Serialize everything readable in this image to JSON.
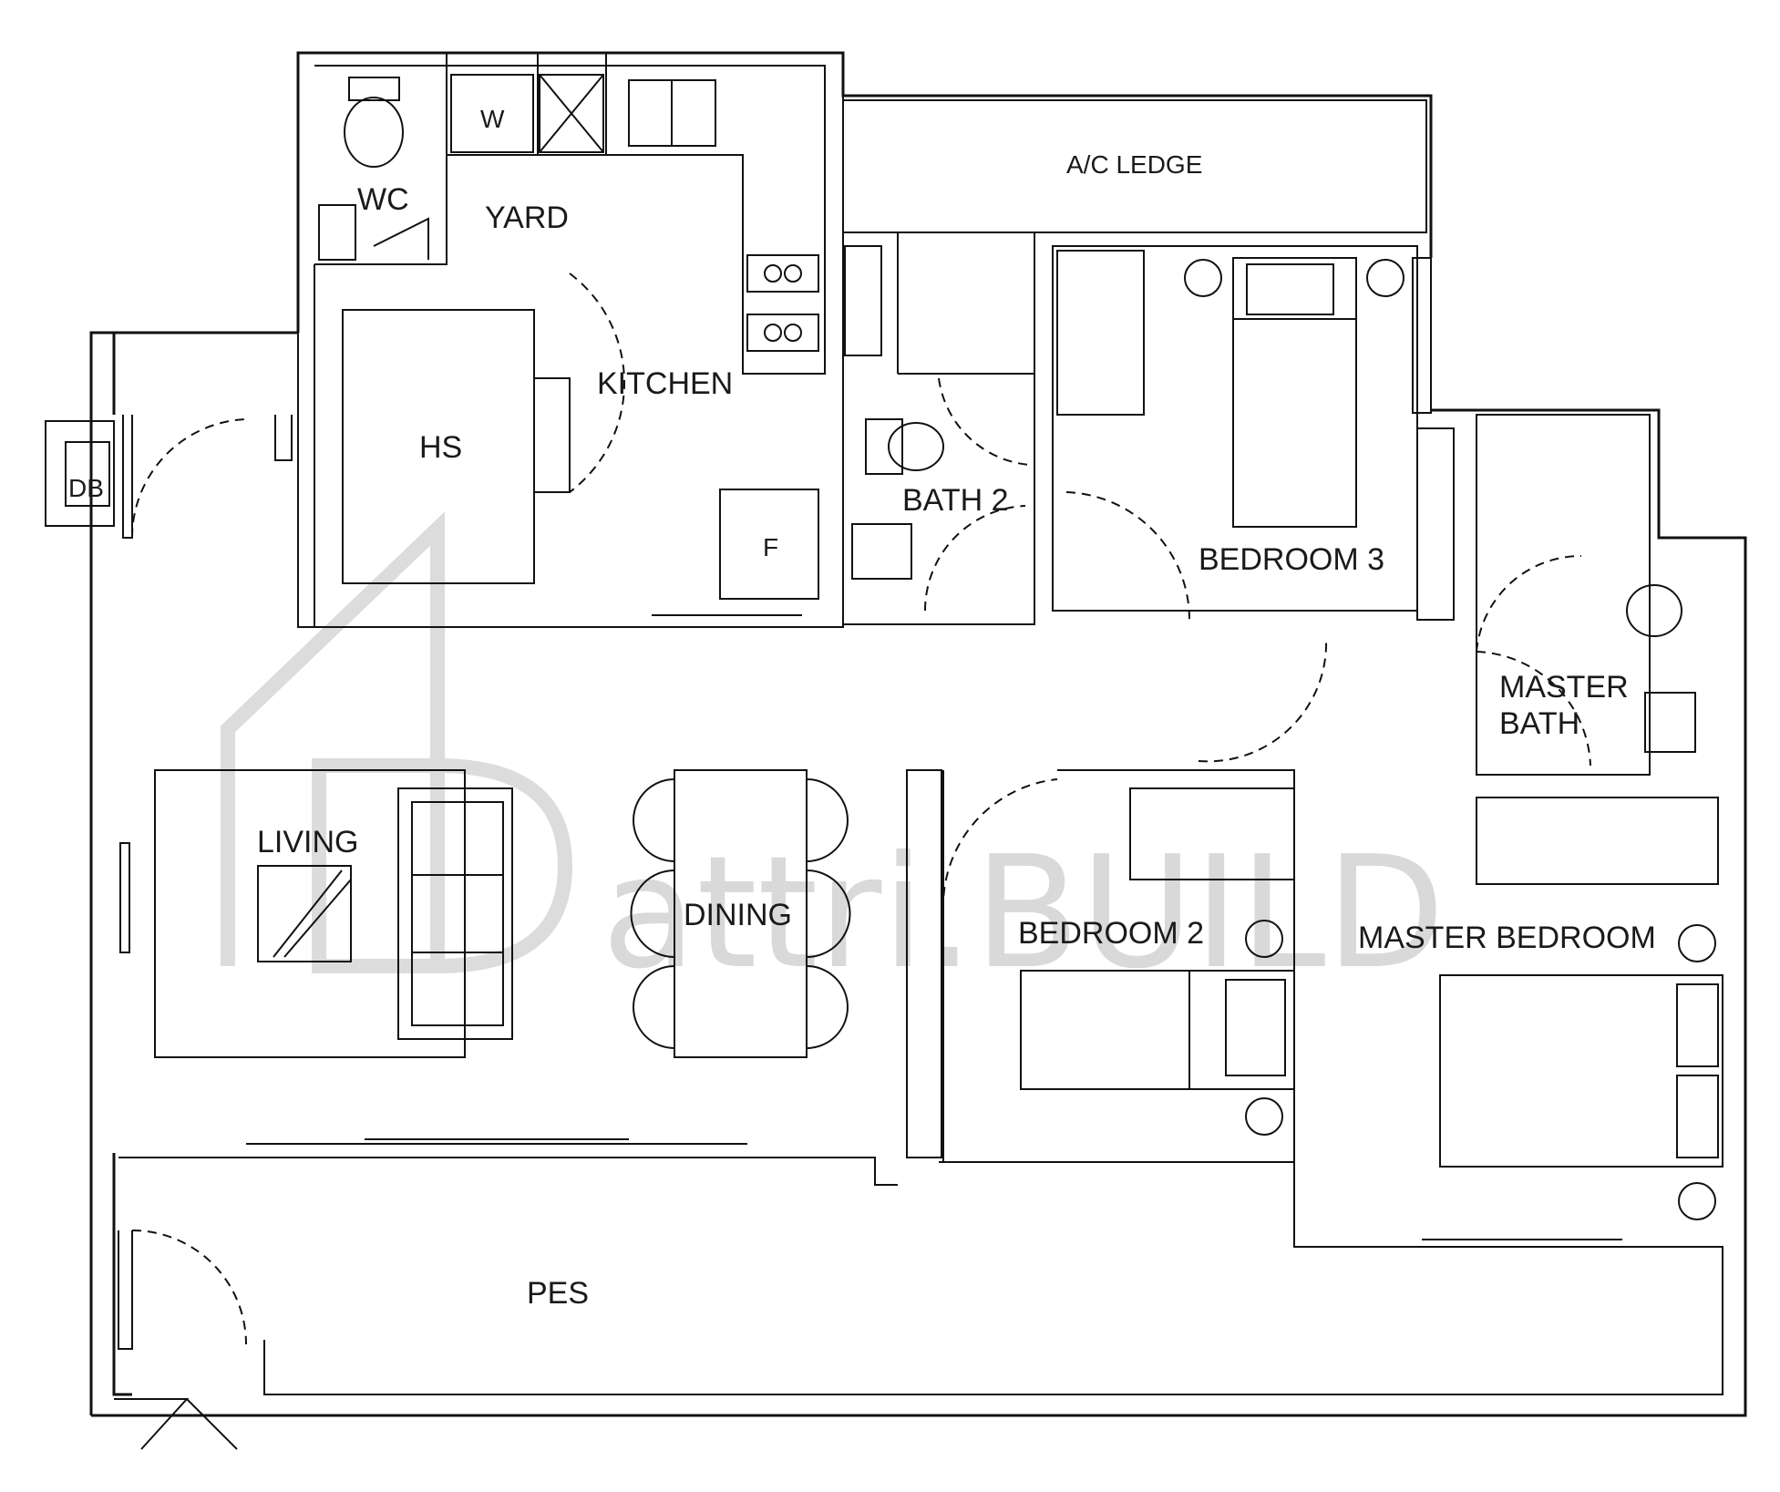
{
  "watermark": {
    "text": "attri.BUILD"
  },
  "rooms": {
    "wc": "WC",
    "w": "W",
    "yard": "YARD",
    "ac_ledge": "A/C LEDGE",
    "db": "DB",
    "hs": "HS",
    "kitchen": "KITCHEN",
    "f": "F",
    "bath2": "BATH 2",
    "bedroom3": "BEDROOM 3",
    "master_bath_line1": "MASTER",
    "master_bath_line2": "BATH",
    "living": "LIVING",
    "dining": "DINING",
    "bedroom2": "BEDROOM 2",
    "master_bedroom": "MASTER BEDROOM",
    "pes": "PES"
  }
}
